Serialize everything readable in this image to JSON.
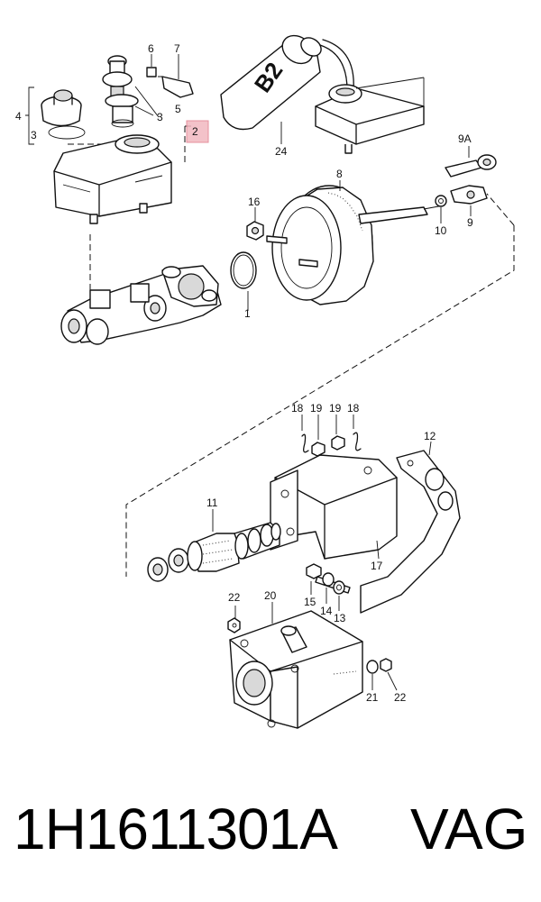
{
  "diagram": {
    "callouts": {
      "c1": "1",
      "c2": "2",
      "c3a": "3",
      "c3b": "3",
      "c4": "4",
      "c5": "5",
      "c6": "6",
      "c7": "7",
      "c8": "8",
      "c9": "9",
      "c9a": "9A",
      "c10": "10",
      "c11": "11",
      "c12": "12",
      "c13": "13",
      "c14": "14",
      "c15": "15",
      "c16": "16",
      "c17": "17",
      "c18a": "18",
      "c18b": "18",
      "c19a": "19",
      "c19b": "19",
      "c20": "20",
      "c21": "21",
      "c22a": "22",
      "c22b": "22",
      "c24": "24"
    },
    "bottle_label": "B2",
    "highlight_color": "#f2b8c0"
  },
  "footer": {
    "part_number": "1H1611301A",
    "brand": "VAG"
  }
}
